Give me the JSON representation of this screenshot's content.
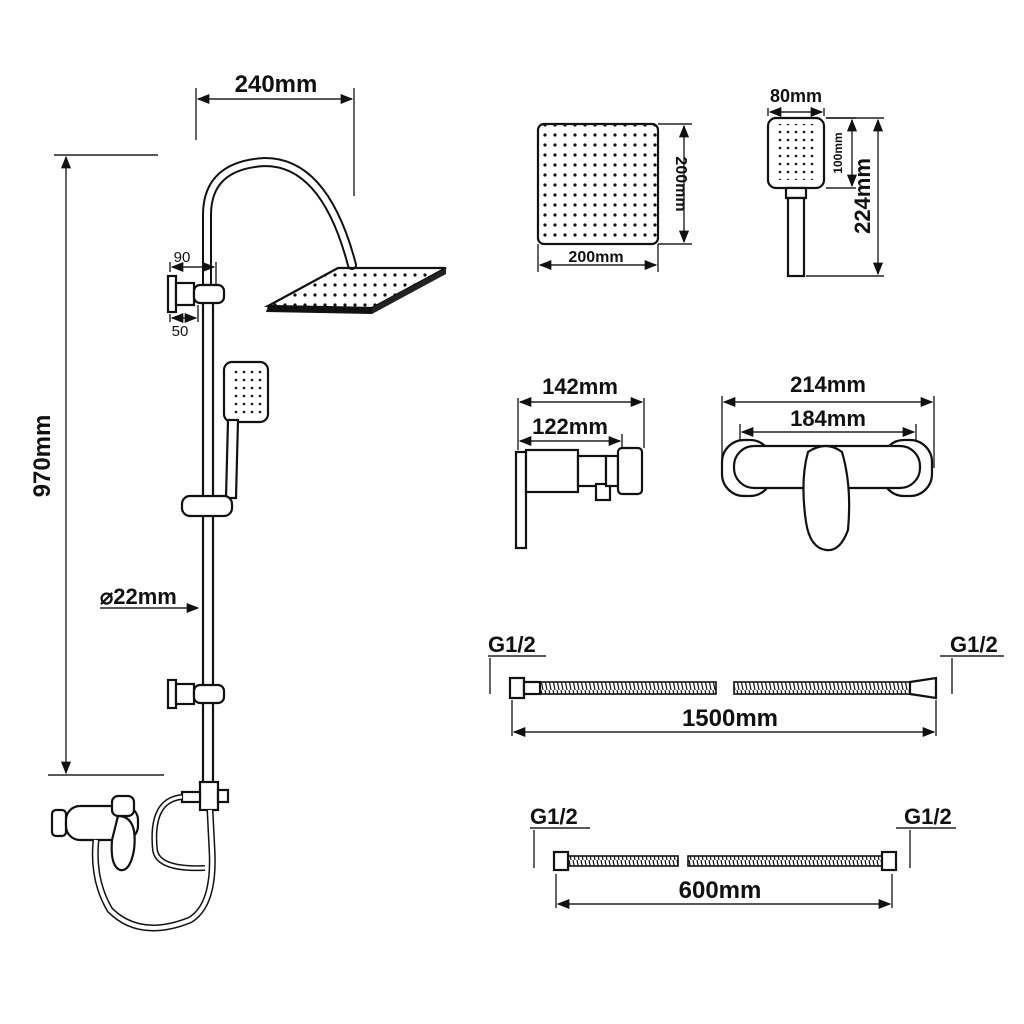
{
  "dimensions": {
    "arm_reach": "240mm",
    "rail_height": "970mm",
    "bracket_depth_top": "90",
    "bracket_depth_bottom": "50",
    "rail_diameter": "22mm",
    "head_width": "200mm",
    "head_depth": "200mm",
    "hand_width": "80mm",
    "hand_face_height": "100mm",
    "hand_total_height": "224mm",
    "valve_outer": "142mm",
    "valve_inner": "122mm",
    "mixer_outer": "214mm",
    "mixer_inner": "184mm",
    "hose_long_length": "1500mm",
    "hose_short_length": "600mm",
    "thread_long_left": "G1/2",
    "thread_long_right": "G1/2",
    "thread_short_left": "G1/2",
    "thread_short_right": "G1/2"
  }
}
